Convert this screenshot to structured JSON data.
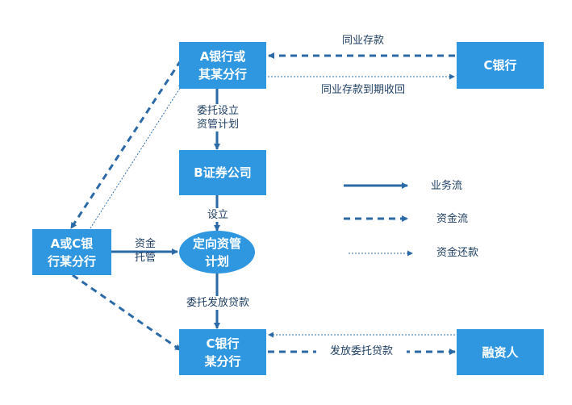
{
  "nodes": {
    "a_bank": "A银行或\n其某分行",
    "c_bank": "C银行",
    "b_securities": "B证券公司",
    "ac_bank": "A或C银\n行某分行",
    "plan": "定向资管\n计划",
    "c_branch": "C银行\n某分行",
    "borrower": "融资人"
  },
  "edge_labels": {
    "interbank_deposit": "同业存款",
    "deposit_recovery": "同业存款到期收回",
    "entrust_set_plan": "委托设立\n资管计划",
    "setup": "设立",
    "custody": "资金\n托管",
    "entrust_issue_loan": "委托发放贷款",
    "issue_entrust_loan": "发放委托贷款"
  },
  "legend": {
    "business_flow": "业务流",
    "fund_flow": "资金流",
    "fund_repay": "资金还款"
  },
  "colors": {
    "node_fill": "#2f96e0",
    "arrow": "#2b6aa6",
    "label_text": "#1f3f64"
  }
}
